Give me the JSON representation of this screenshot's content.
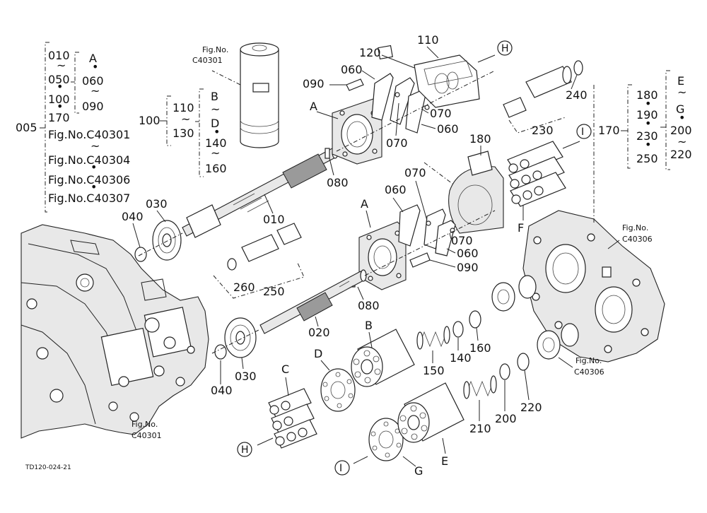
{
  "drawing_code": "TD120-024-21",
  "group_005": {
    "code": "005",
    "col1": [
      "010",
      "~",
      "050",
      "•",
      "100",
      "•",
      "170",
      "•"
    ],
    "col2": [
      "A",
      "•",
      "060",
      "~",
      "090"
    ],
    "fig_refs": [
      "Fig.No.C40301",
      "~",
      "Fig.No.C40304",
      "•",
      "Fig.No.C40306",
      "•",
      "Fig.No.C40307"
    ]
  },
  "group_100": {
    "code": "100",
    "col1": [
      "110",
      "~",
      "130"
    ],
    "col2": [
      "B",
      "~",
      "D",
      "•",
      "140",
      "~",
      "160"
    ]
  },
  "group_170": {
    "code": "170",
    "col1": [
      "180",
      "•",
      "190",
      "•",
      "230",
      "•",
      "250"
    ],
    "col2": [
      "E",
      "~",
      "G",
      "•",
      "200",
      "~",
      "220"
    ]
  },
  "fig_callouts": {
    "top": [
      "Fig.No.",
      "C40301"
    ],
    "right_upper": [
      "Fig.No.",
      "C40306"
    ],
    "right_lower": [
      "Fig.No.",
      "C40306"
    ],
    "bottom_left": [
      "Fig.No.",
      "C40301"
    ]
  },
  "part_labels": {
    "p010": "010",
    "p020": "020",
    "p030a": "030",
    "p030b": "030",
    "p040a": "040",
    "p040b": "040",
    "p060a": "060",
    "p060b": "060",
    "p060c": "060",
    "p060d": "060",
    "p070a": "070",
    "p070b": "070",
    "p070c": "070",
    "p070d": "070",
    "p080a": "080",
    "p080b": "080",
    "p090a": "090",
    "p090b": "090",
    "p110": "110",
    "p120": "120",
    "p140": "140",
    "p150": "150",
    "p160": "160",
    "p180": "180",
    "p200": "200",
    "p210": "210",
    "p220": "220",
    "p230": "230",
    "p240": "240",
    "p250": "250",
    "p260": "260",
    "pA1": "A",
    "pA2": "A",
    "pB": "B",
    "pC": "C",
    "pD": "D",
    "pE": "E",
    "pF": "F",
    "pG": "G"
  },
  "connectors": {
    "H1": "H",
    "H2": "H",
    "I1": "I",
    "I2": "I"
  }
}
